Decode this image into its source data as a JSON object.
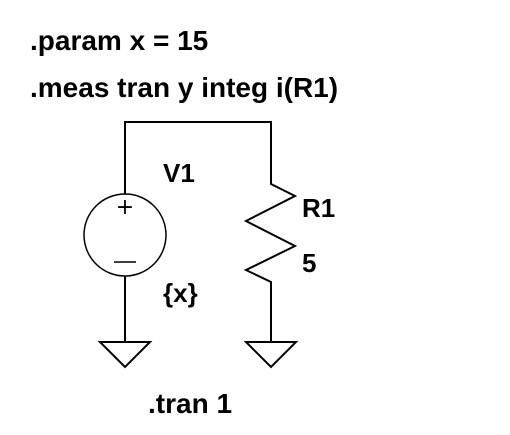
{
  "directives": {
    "param": ".param x = 15",
    "meas": ".meas tran y integ i(R1)",
    "tran": ".tran 1"
  },
  "components": {
    "source": {
      "name": "V1",
      "value": "{x}",
      "plus_mark": "+",
      "minus_mark": "−"
    },
    "resistor": {
      "name": "R1",
      "value": "5"
    }
  }
}
